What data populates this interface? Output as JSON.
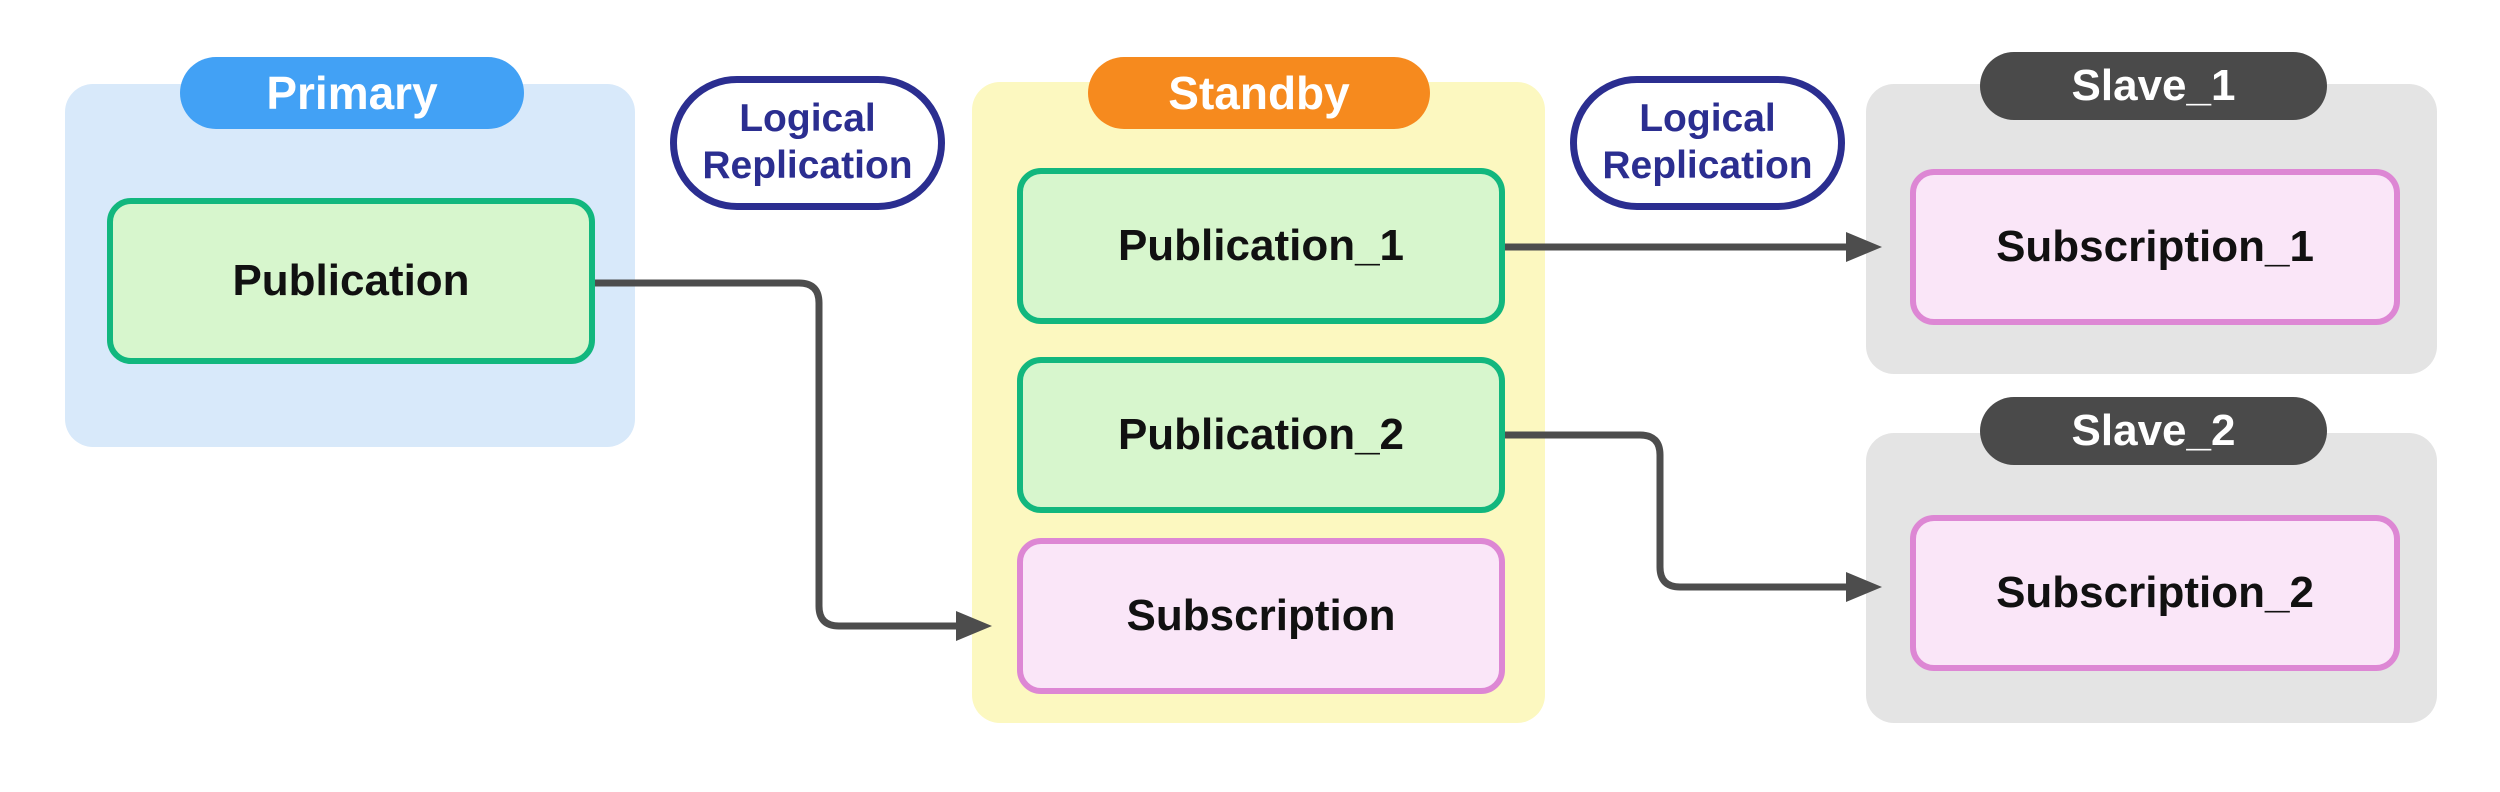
{
  "colors": {
    "blue": "#42a1f5",
    "blue-bg": "#d8e9fa",
    "orange": "#f68a1e",
    "yellow-bg": "#fcf8c0",
    "green": "#12b77e",
    "green-bg": "#d7f6cd",
    "pink": "#dd87d4",
    "pink-bg": "#fae6f8",
    "dark": "#4a4a4a",
    "gray-bg": "#e4e4e4",
    "navy": "#2b2e90",
    "arrow": "#4d4d4d",
    "text": "#111111"
  },
  "groups": {
    "primary": {
      "badge": "Primary",
      "boxes": [
        {
          "label": "Publication"
        }
      ]
    },
    "standby": {
      "badge": "Standby",
      "boxes": [
        {
          "label": "Publication_1"
        },
        {
          "label": "Publication_2"
        },
        {
          "label": "Subscription"
        }
      ]
    },
    "slave1": {
      "badge": "Slave_1",
      "boxes": [
        {
          "label": "Subscription_1"
        }
      ]
    },
    "slave2": {
      "badge": "Slave_2",
      "boxes": [
        {
          "label": "Subscription_2"
        }
      ]
    }
  },
  "connectors": {
    "label1": "Logical Replication",
    "label2": "Logical Replication"
  }
}
